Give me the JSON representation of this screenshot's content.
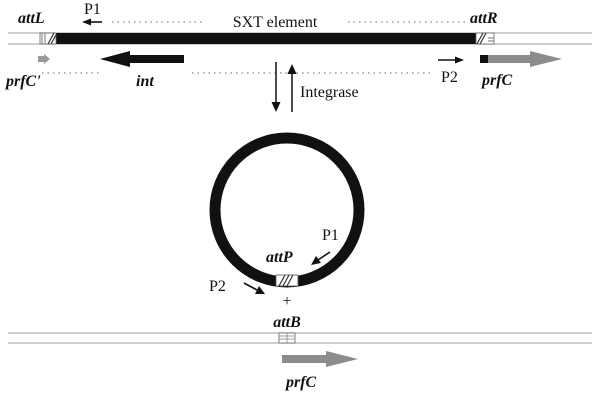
{
  "labels": {
    "sxt_element": "SXT element",
    "att_l": "attL",
    "att_r": "attR",
    "att_p": "attP",
    "att_b": "attB",
    "p1_top": "P1",
    "p2_top": "P2",
    "p1_circle": "P1",
    "p2_circle": "P2",
    "int": "int",
    "prfc_prime": "prfC'",
    "prfc_top": "prfC",
    "prfc_bottom": "prfC",
    "integrase": "Integrase",
    "plus": "+"
  },
  "colors": {
    "element_bar": "#111111",
    "chromosome_line": "#9a9a9a",
    "prfc_arrow": "#8c8c8c",
    "text": "#111111"
  }
}
